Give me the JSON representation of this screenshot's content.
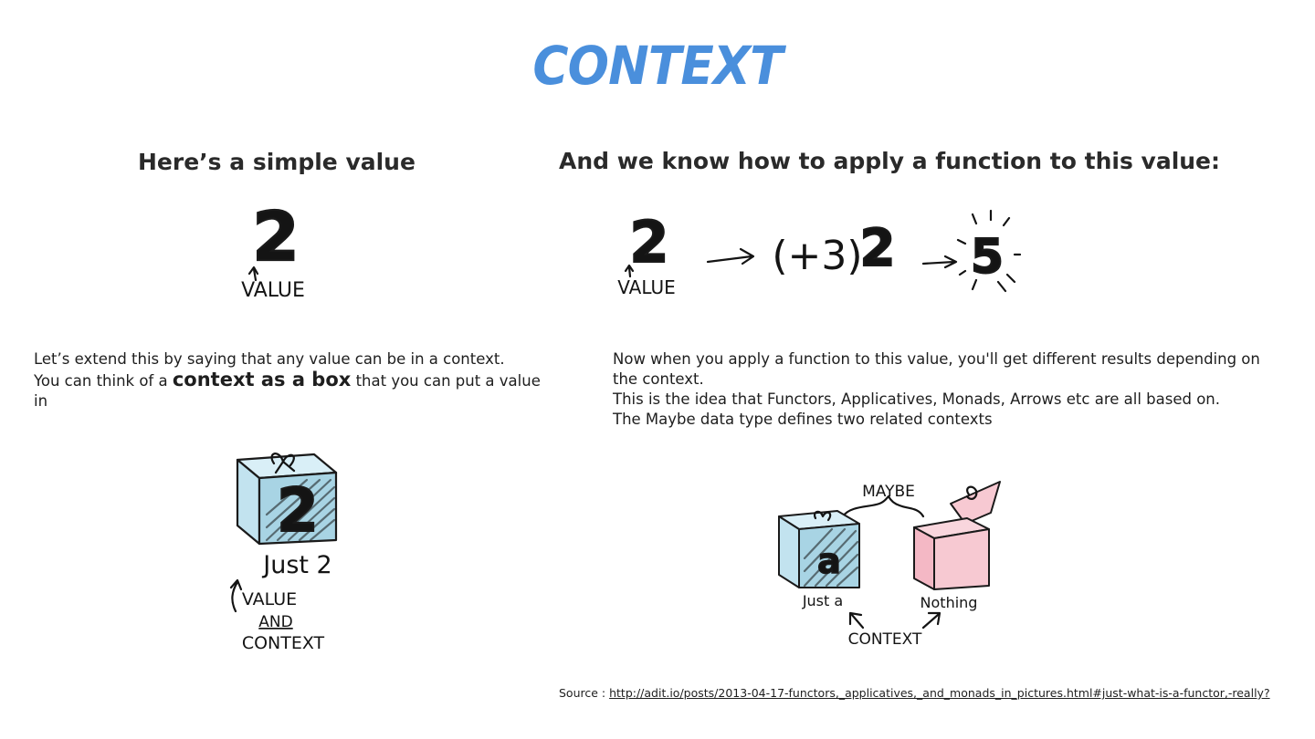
{
  "title": "CONTEXT",
  "left": {
    "heading": "Here’s a simple value",
    "value_figure": {
      "digit": "2",
      "label": "VALUE"
    },
    "paragraph": {
      "line1": "Let’s extend this by saying that any value can be in a context.",
      "line2_before": "You can think of a ",
      "line2_strong": "context as a box",
      "line2_after": " that you can put a value in"
    },
    "box_figure": {
      "digit": "2",
      "caption": "Just 2",
      "label_line1": "VALUE",
      "label_line2": "AND",
      "label_line3": "CONTEXT"
    }
  },
  "right": {
    "heading": "And we know how to apply a function to this value:",
    "function_figure": {
      "input_digit": "2",
      "input_label": "VALUE",
      "function": "(+3)",
      "applied_digit": "2",
      "result_digit": "5"
    },
    "paragraph": {
      "line1": "Now when you apply a function to this value, you'll get different results  depending on the context.",
      "line2": "This is the idea that Functors, Applicatives, Monads, Arrows etc are all based on.",
      "line3": "The Maybe data type defines two related contexts"
    },
    "maybe_figure": {
      "top_label": "MAYBE",
      "left_digit": "a",
      "left_caption": "Just a",
      "right_caption": "Nothing",
      "bottom_label": "CONTEXT"
    }
  },
  "source": {
    "prefix": "Source : ",
    "url": "http://adit.io/posts/2013-04-17-functors,_applicatives,_and_monads_in_pictures.html#just-what-is-a-functor,-really?"
  },
  "colors": {
    "title": "#4a8fdc",
    "box_blue": "#cfeaf4",
    "box_pink": "#f7c9d2",
    "digit_yellow": "#f2ee8e",
    "ink": "#141414"
  }
}
